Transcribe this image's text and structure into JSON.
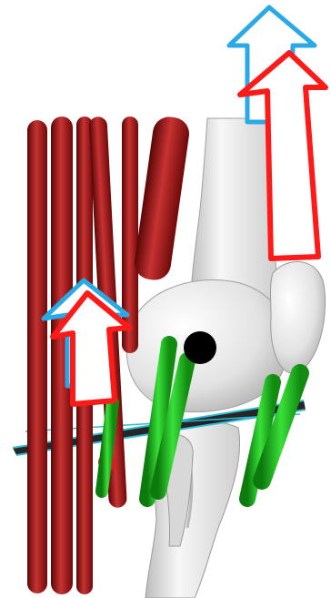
{
  "figure": {
    "background": "#ffffff",
    "colors": {
      "muscle": "#9e1414",
      "muscle_highlight": "#c83232",
      "muscle_dark": "#5a0606",
      "bone": "#e6e6e6",
      "bone_shade": "#a8a8a8",
      "ligament": "#1fc21f",
      "ligament_dark": "#0d7a0d",
      "force_outline_red": "#ff1a1a",
      "force_outline_blue": "#29a9e6",
      "contact_plane": "#31b9d6",
      "axis_marker": "#000000"
    },
    "icons": [
      "muscle-bundle",
      "femur-bone",
      "tibia-bone",
      "patella-bone",
      "fibula-bone",
      "ligament-cylinder",
      "force-arrow",
      "contact-plane",
      "rotation-axis-marker"
    ]
  }
}
